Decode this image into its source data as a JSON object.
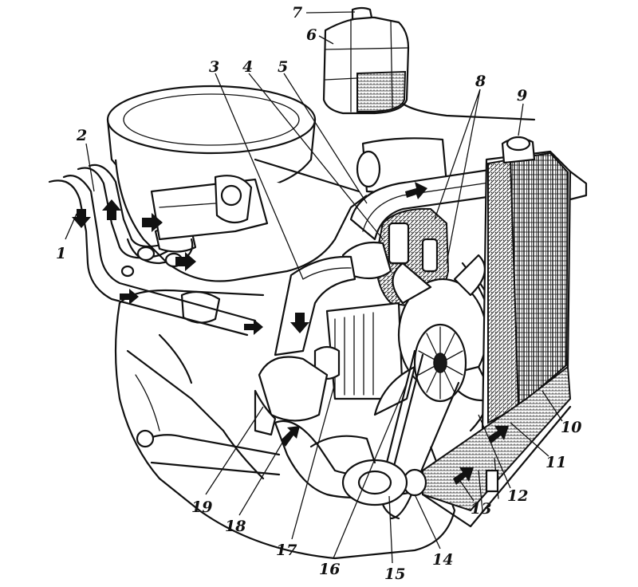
{
  "callouts": [
    {
      "id": "1",
      "text": "1"
    },
    {
      "id": "2",
      "text": "2"
    },
    {
      "id": "3",
      "text": "3"
    },
    {
      "id": "4",
      "text": "4"
    },
    {
      "id": "5",
      "text": "5"
    },
    {
      "id": "6",
      "text": "6"
    },
    {
      "id": "7",
      "text": "7"
    },
    {
      "id": "8",
      "text": "8"
    },
    {
      "id": "9",
      "text": "9"
    },
    {
      "id": "10",
      "text": "10"
    },
    {
      "id": "11",
      "text": "11"
    },
    {
      "id": "12",
      "text": "12"
    },
    {
      "id": "13",
      "text": "13"
    },
    {
      "id": "14",
      "text": "14"
    },
    {
      "id": "15",
      "text": "15"
    },
    {
      "id": "16",
      "text": "16"
    },
    {
      "id": "17",
      "text": "17"
    },
    {
      "id": "18",
      "text": "18"
    },
    {
      "id": "19",
      "text": "19"
    }
  ],
  "style": {
    "ink": "#111111",
    "paper": "#ffffff"
  }
}
